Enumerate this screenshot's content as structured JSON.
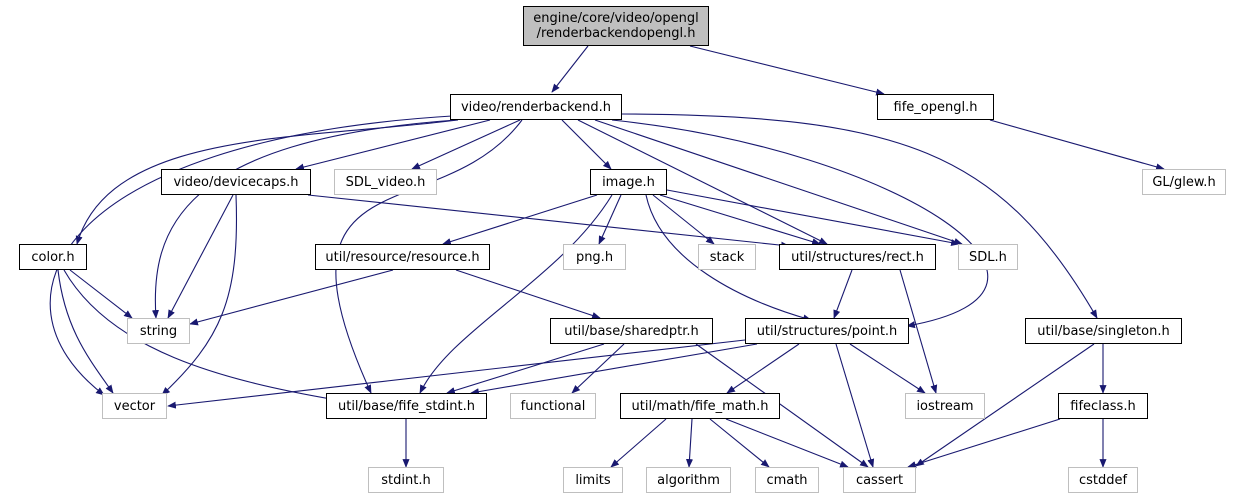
{
  "diagram": {
    "root": {
      "line1": "engine/core/video/opengl",
      "line2": "/renderbackendopengl.h"
    },
    "nodes": {
      "renderbackend": "video/renderbackend.h",
      "fife_opengl": "fife_opengl.h",
      "glew": "GL/glew.h",
      "devicecaps": "video/devicecaps.h",
      "sdl_video": "SDL_video.h",
      "image": "image.h",
      "color": "color.h",
      "resource": "util/resource/resource.h",
      "png": "png.h",
      "stack": "stack",
      "rect": "util/structures/rect.h",
      "sdl": "SDL.h",
      "string": "string",
      "sharedptr": "util/base/sharedptr.h",
      "point": "util/structures/point.h",
      "singleton": "util/base/singleton.h",
      "vector": "vector",
      "fife_stdint": "util/base/fife_stdint.h",
      "functional": "functional",
      "fife_math": "util/math/fife_math.h",
      "iostream": "iostream",
      "fifeclass": "fifeclass.h",
      "stdint": "stdint.h",
      "limits": "limits",
      "algorithm": "algorithm",
      "cmath": "cmath",
      "cassert": "cassert",
      "cstddef": "cstddef"
    },
    "colors": {
      "edge": "#191970",
      "header_border": "#000000",
      "system_border": "#bfbfbf",
      "root_fill": "#bfbfbf"
    }
  }
}
